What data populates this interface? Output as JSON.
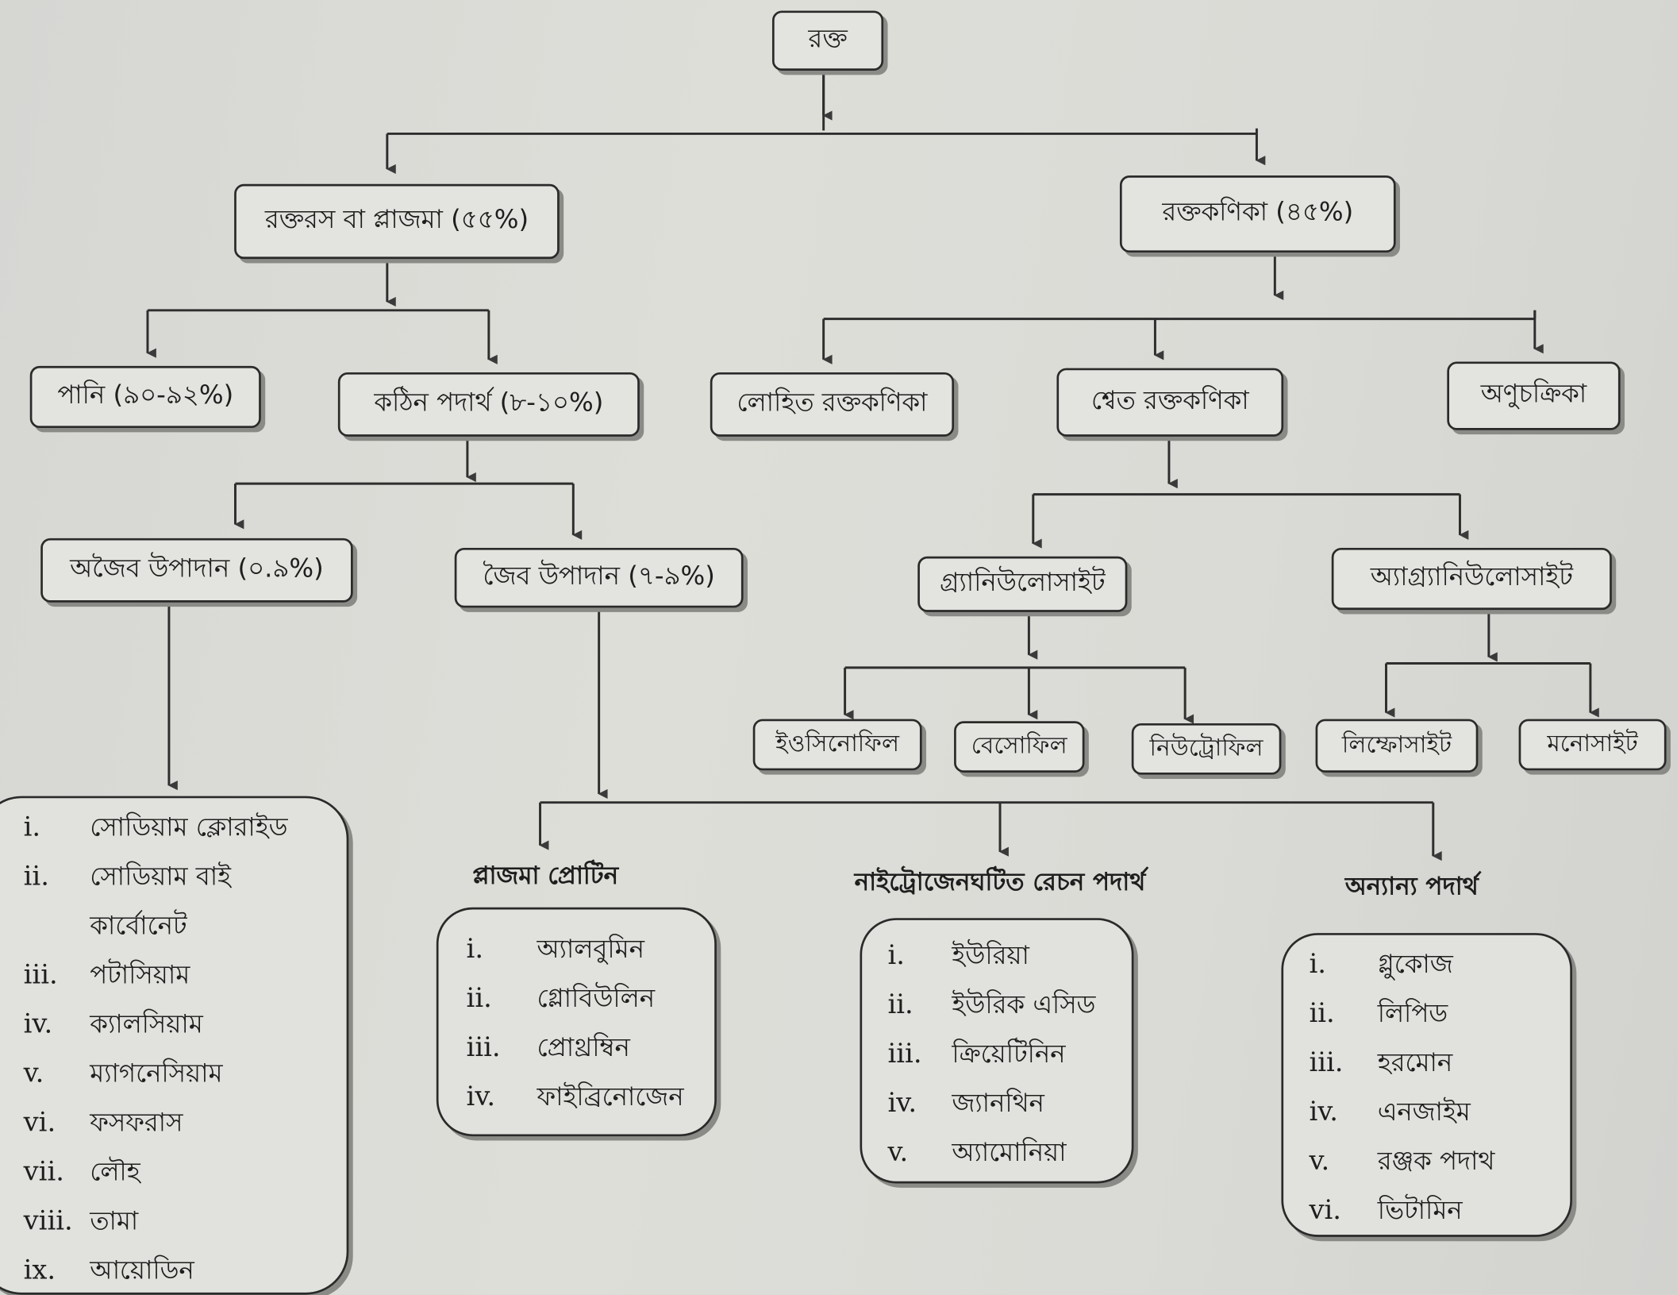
{
  "diagram": {
    "root": "রক্ত",
    "plasma": "রক্তরস বা প্লাজমা (৫৫%)",
    "corpuscles": "রক্তকণিকা (৪৫%)",
    "water": "পানি (৯০-৯২%)",
    "solids": "কঠিন পদার্থ (৮-১০%)",
    "rbc": "লোহিত রক্তকণিকা",
    "wbc": "শ্বেত রক্তকণিকা",
    "platelets": "অণুচক্রিকা",
    "inorganic": "অজৈব উপাদান (০.৯%)",
    "organic": "জৈব উপাদান (৭-৯%)",
    "granulocyte": "গ্র্যানিউলোসাইট",
    "agranulocyte": "অ্যাগ্র্যানিউলোসাইট",
    "eosinophil": "ইওসিনোফিল",
    "basophil": "বেসোফিল",
    "neutrophil": "নিউট্রোফিল",
    "lymphocyte": "লিম্ফোসাইট",
    "monocyte": "মনোসাইট",
    "inorganic_list": [
      {
        "num": "i.",
        "text": "সোডিয়াম ক্লোরাইড"
      },
      {
        "num": "ii.",
        "text": "সোডিয়াম বাই"
      },
      {
        "num": "",
        "text": "কার্বোনেট"
      },
      {
        "num": "iii.",
        "text": "পটাসিয়াম"
      },
      {
        "num": "iv.",
        "text": "ক্যালসিয়াম"
      },
      {
        "num": "v.",
        "text": "ম্যাগনেসিয়াম"
      },
      {
        "num": "vi.",
        "text": "ফসফরাস"
      },
      {
        "num": "vii.",
        "text": "লৌহ"
      },
      {
        "num": "viii.",
        "text": "তামা"
      },
      {
        "num": "ix.",
        "text": "আয়োডিন"
      }
    ],
    "protein_heading": "প্লাজমা প্রোটিন",
    "protein_list": [
      {
        "num": "i.",
        "text": "অ্যালবুমিন"
      },
      {
        "num": "ii.",
        "text": "গ্লোবিউলিন"
      },
      {
        "num": "iii.",
        "text": "প্রোথ্রম্বিন"
      },
      {
        "num": "iv.",
        "text": "ফাইব্রিনোজেন"
      }
    ],
    "nitrogen_heading": "নাইট্রোজেনঘটিত রেচন পদার্থ",
    "nitrogen_list": [
      {
        "num": "i.",
        "text": "ইউরিয়া"
      },
      {
        "num": "ii.",
        "text": "ইউরিক এসিড"
      },
      {
        "num": "iii.",
        "text": "ক্রিয়েটিনিন"
      },
      {
        "num": "iv.",
        "text": "জ্যানথিন"
      },
      {
        "num": "v.",
        "text": "অ্যামোনিয়া"
      }
    ],
    "other_heading": "অন্যান্য পদার্থ",
    "other_list": [
      {
        "num": "i.",
        "text": "গ্লুকোজ"
      },
      {
        "num": "ii.",
        "text": "লিপিড"
      },
      {
        "num": "iii.",
        "text": "হরমোন"
      },
      {
        "num": "iv.",
        "text": "এনজাইম"
      },
      {
        "num": "v.",
        "text": "রঞ্জক পদাথ"
      },
      {
        "num": "vi.",
        "text": "ভিটামিন"
      }
    ]
  }
}
